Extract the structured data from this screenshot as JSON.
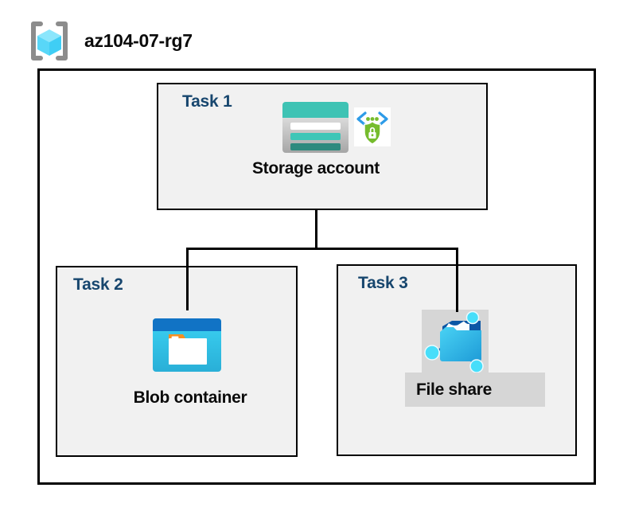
{
  "resource_group": {
    "name": "az104-07-rg7",
    "icon": "resource-group-icon"
  },
  "tasks": [
    {
      "label": "Task 1",
      "item": "Storage account",
      "icons": [
        "storage-account-icon",
        "secure-access-icon"
      ]
    },
    {
      "label": "Task 2",
      "item": "Blob container",
      "icons": [
        "blob-container-icon"
      ]
    },
    {
      "label": "Task 3",
      "item": "File share",
      "icons": [
        "file-share-icon"
      ]
    }
  ],
  "connections": [
    {
      "from": "Storage account",
      "to": "Blob container"
    },
    {
      "from": "Storage account",
      "to": "File share"
    }
  ],
  "colors": {
    "task_label_blue": "#17466E",
    "box_fill": "#F1F1F1",
    "border_black": "#000000",
    "highlight_gray": "#D6D6D6",
    "storage_teal": "#3EC3B4",
    "storage_teal_dark": "#2E8A7E",
    "blob_bar_blue": "#1173C5",
    "blob_cyan": "#35CFF2",
    "fileshare_navy": "#0B57A5",
    "fileshare_cyan": "#47DEFA",
    "shield_green": "#76BC2D",
    "bracket_blue": "#2D9BE8",
    "bracket_gray": "#8C8C8C"
  }
}
